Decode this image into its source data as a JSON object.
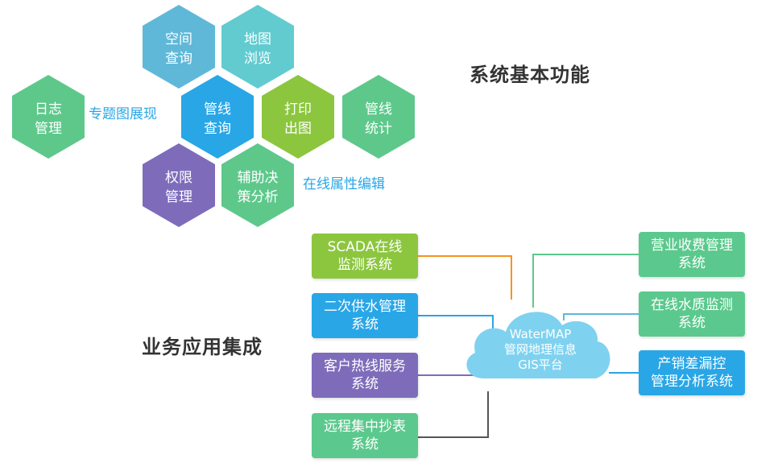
{
  "palette": {
    "blue": "#29a6e6",
    "light_blue": "#5fb8d8",
    "teal": "#61cbd0",
    "green": "#5bc98d",
    "lime": "#8cc63f",
    "purple": "#7e6cbb",
    "orange": "#f7931e",
    "cloud": "#7fd2ef",
    "hex_green": "#5ec88b",
    "label_blue": "#29a6e6"
  },
  "heading_functions": "系统基本功能",
  "heading_integration": "业务应用集成",
  "hexagons": [
    {
      "id": "space-query",
      "lines": [
        "空间",
        "查询"
      ],
      "color_key": "light_blue"
    },
    {
      "id": "map-browse",
      "lines": [
        "地图",
        "浏览"
      ],
      "color_key": "teal"
    },
    {
      "id": "log-manage",
      "lines": [
        "日志",
        "管理"
      ],
      "color_key": "hex_green"
    },
    {
      "id": "pipe-query",
      "lines": [
        "管线",
        "查询"
      ],
      "color_key": "blue"
    },
    {
      "id": "print-map",
      "lines": [
        "打印",
        "出图"
      ],
      "color_key": "lime"
    },
    {
      "id": "pipe-stats",
      "lines": [
        "管线",
        "统计"
      ],
      "color_key": "hex_green"
    },
    {
      "id": "permission",
      "lines": [
        "权限",
        "管理"
      ],
      "color_key": "purple"
    },
    {
      "id": "decision",
      "lines": [
        "辅助决",
        "策分析"
      ],
      "color_key": "hex_green"
    }
  ],
  "hex_labels": {
    "thematic_map": "专题图展现",
    "online_edit": "在线属性编辑"
  },
  "cloud": {
    "lines": [
      "WaterMAP",
      "管网地理信息",
      "GIS平台"
    ]
  },
  "left_boxes": [
    {
      "id": "scada",
      "lines": [
        "SCADA在线",
        "监测系统"
      ],
      "color_key": "lime"
    },
    {
      "id": "water-supply",
      "lines": [
        "二次供水管理",
        "系统"
      ],
      "color_key": "blue"
    },
    {
      "id": "hotline",
      "lines": [
        "客户热线服务",
        "系统"
      ],
      "color_key": "purple"
    },
    {
      "id": "meter",
      "lines": [
        "远程集中抄表",
        "系统"
      ],
      "color_key": "green"
    }
  ],
  "right_boxes": [
    {
      "id": "billing",
      "lines": [
        "营业收费管理",
        "系统"
      ],
      "color_key": "green"
    },
    {
      "id": "quality",
      "lines": [
        "在线水质监测",
        "系统"
      ],
      "color_key": "green"
    },
    {
      "id": "leakage",
      "lines": [
        "产销差漏控",
        "管理分析系统"
      ],
      "color_key": "blue"
    }
  ]
}
